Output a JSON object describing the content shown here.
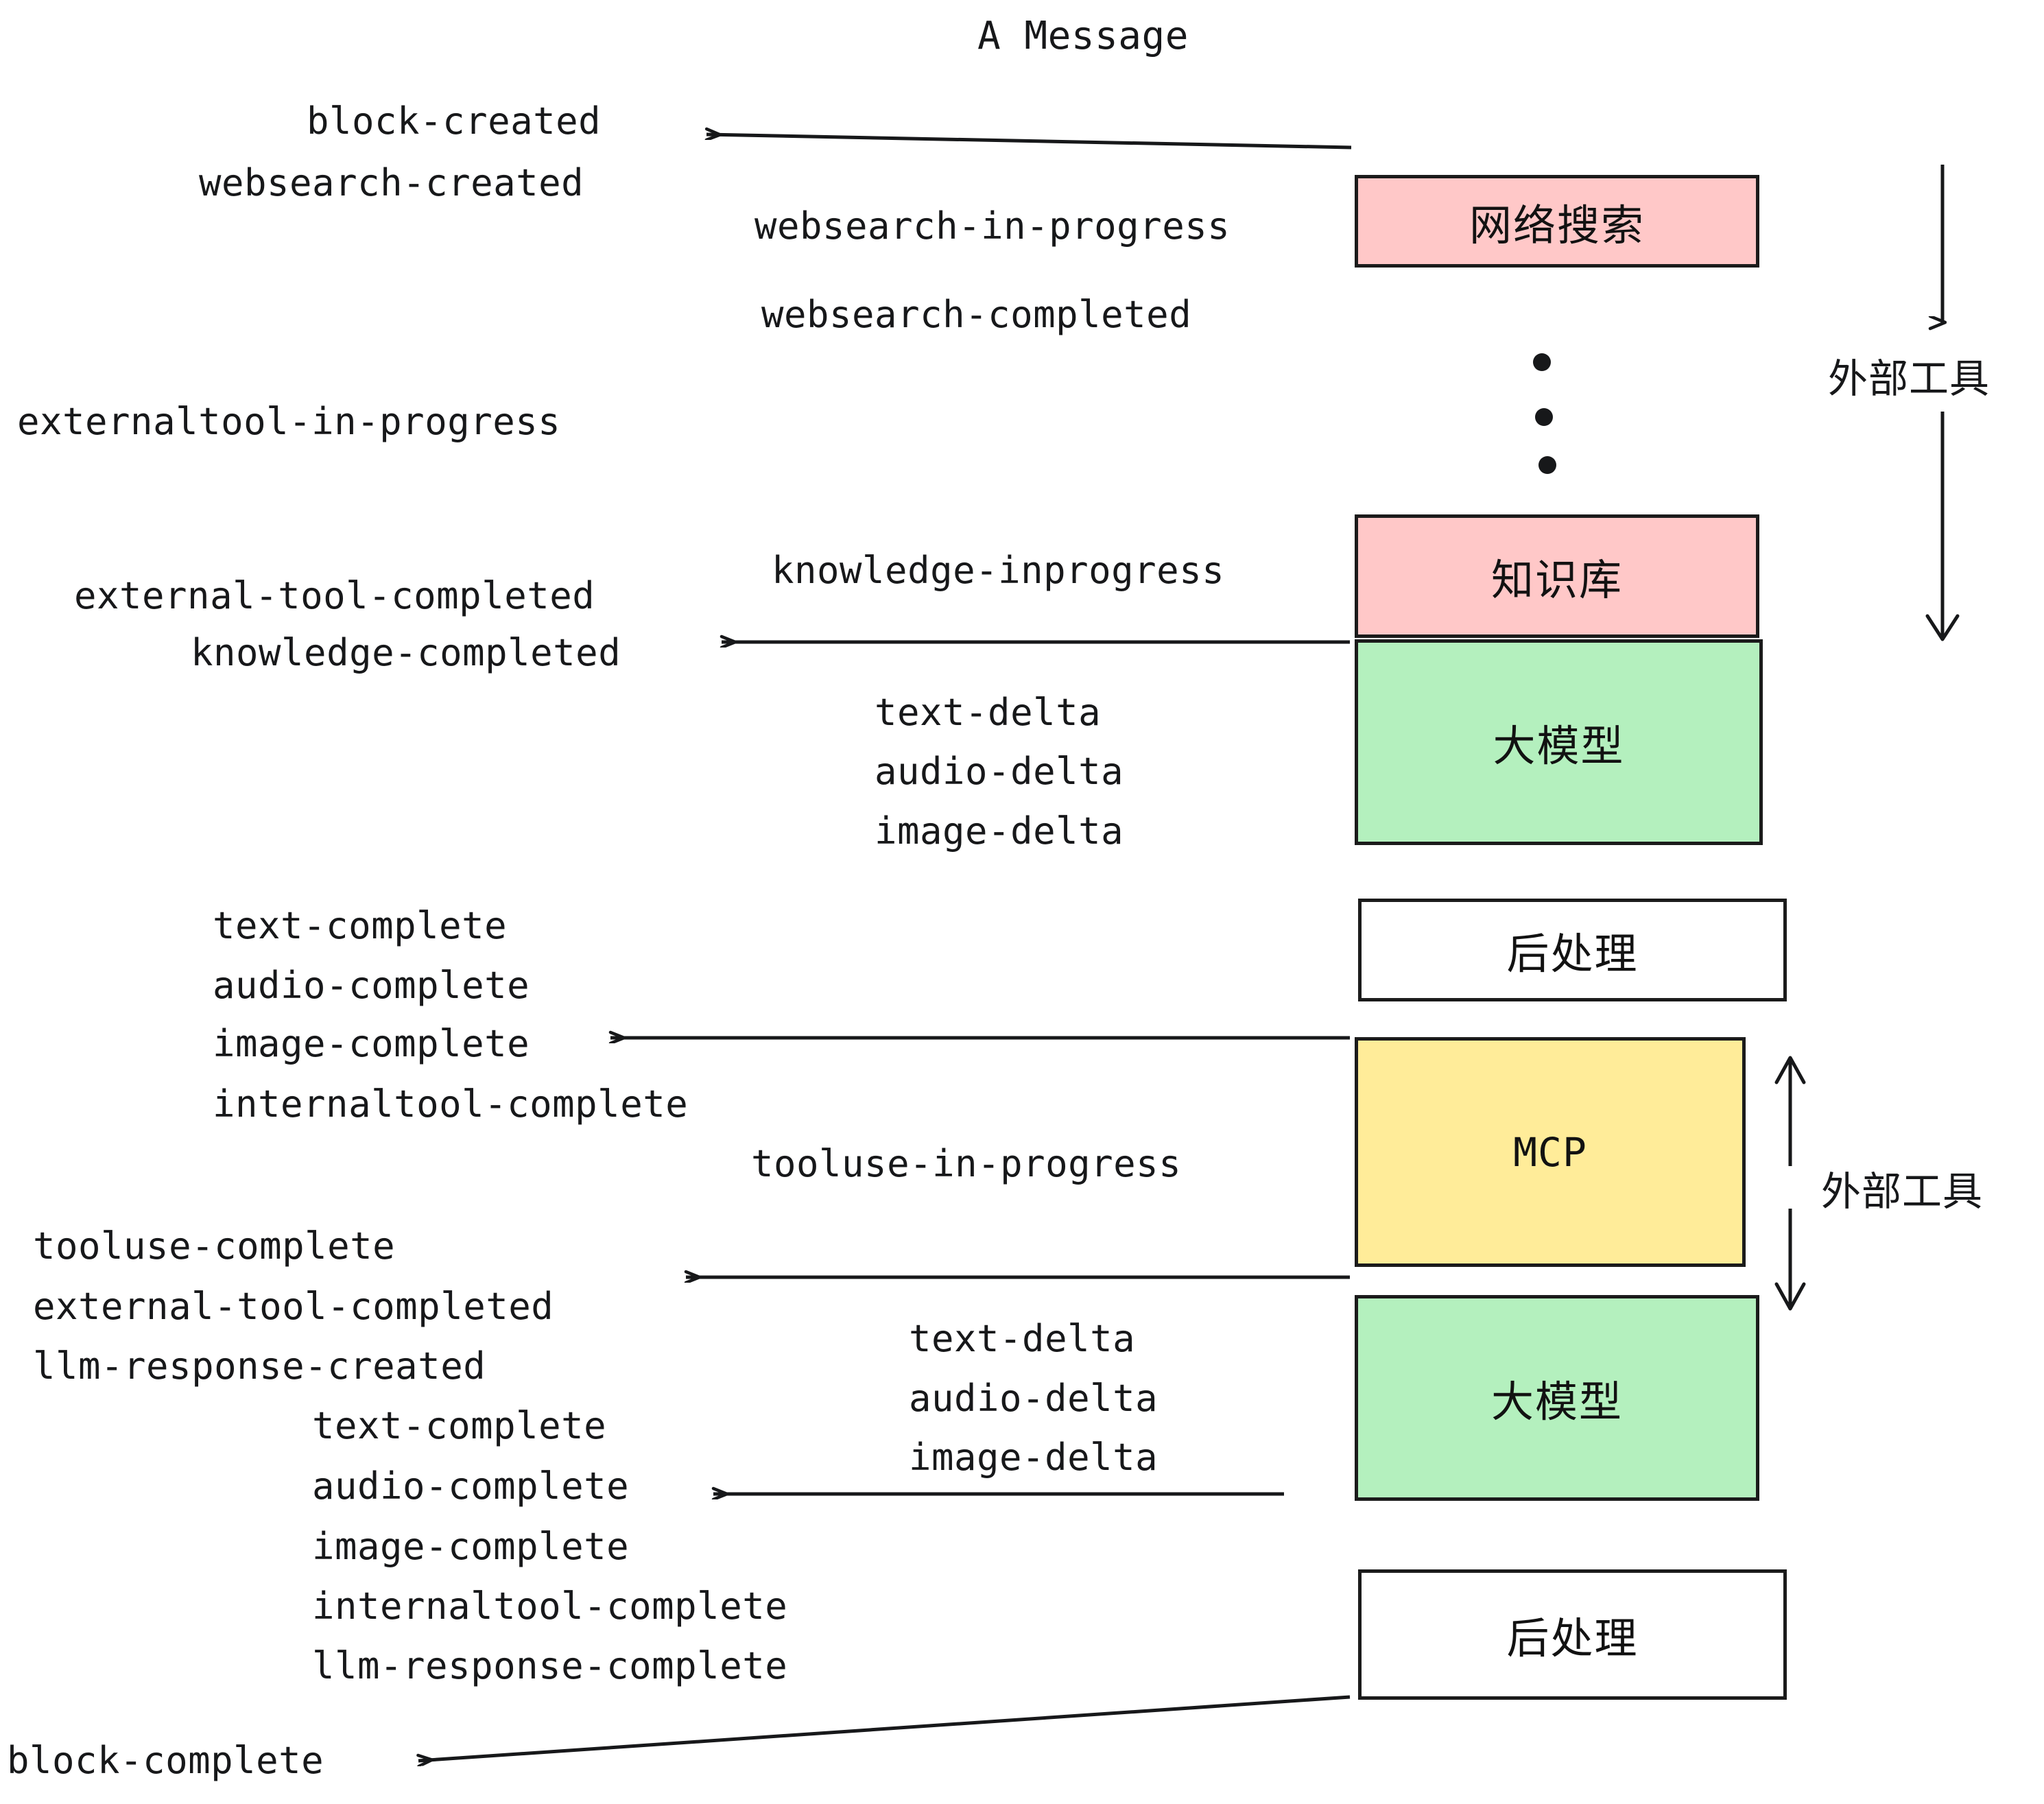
{
  "title": "A Message",
  "boxes": [
    {
      "id": "websearch",
      "label": "网络搜索",
      "color": "#FFC8C8"
    },
    {
      "id": "knowledge",
      "label": "知识库",
      "color": "#FFC8C8"
    },
    {
      "id": "llm-top",
      "label": "大模型",
      "color": "#B4F0BE"
    },
    {
      "id": "post-top",
      "label": "后处理",
      "color": "#FFFFFF"
    },
    {
      "id": "mcp",
      "label": "MCP",
      "color": "#FFEC99"
    },
    {
      "id": "llm-bottom",
      "label": "大模型",
      "color": "#B4F0BE"
    },
    {
      "id": "post-bottom",
      "label": "后处理",
      "color": "#FFFFFF"
    }
  ],
  "side_labels": {
    "external_tool_top": "外部工具",
    "external_tool_bottom": "外部工具"
  },
  "events": {
    "block_created": "block-created",
    "websearch_created": "websearch-created",
    "websearch_in_progress": "websearch-in-progress",
    "websearch_completed": "websearch-completed",
    "externaltool_in_progress": "externaltool-in-progress",
    "knowledge_inprogress": "knowledge-inprogress",
    "external_tool_completed_1": "external-tool-completed",
    "knowledge_completed": "knowledge-completed",
    "text_delta_1": "text-delta",
    "audio_delta_1": "audio-delta",
    "image_delta_1": "image-delta",
    "text_complete_1": "text-complete",
    "audio_complete_1": "audio-complete",
    "image_complete_1": "image-complete",
    "internaltool_complete_1": "internaltool-complete",
    "tooluse_in_progress": "tooluse-in-progress",
    "tooluse_complete": "tooluse-complete",
    "external_tool_completed_2": "external-tool-completed",
    "llm_response_created": "llm-response-created",
    "text_delta_2": "text-delta",
    "audio_delta_2": "audio-delta",
    "image_delta_2": "image-delta",
    "text_complete_2": "text-complete",
    "audio_complete_2": "audio-complete",
    "image_complete_2": "image-complete",
    "internaltool_complete_2": "internaltool-complete",
    "llm_response_complete": "llm-response-complete",
    "block_complete": "block-complete"
  },
  "colors": {
    "pink": "#FFC8C8",
    "green": "#B4F0BE",
    "yellow": "#FFEC99",
    "white": "#FFFFFF",
    "stroke": "#1b1b1b",
    "text": "#17181a"
  }
}
